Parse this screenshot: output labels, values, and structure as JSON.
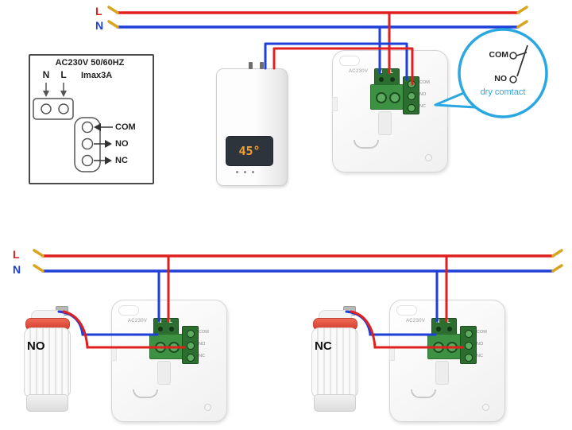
{
  "colors": {
    "live_wire": "#e01f1f",
    "neutral_wire": "#1e3fd8",
    "wire_tip": "#d9a520",
    "terminal_green": "#2b6e2f",
    "callout_blue": "#2aa7e0",
    "display_amber": "#f0a030"
  },
  "top_section": {
    "live_label": "L",
    "neutral_label": "N",
    "spec_box": {
      "title": "AC230V 50/60HZ",
      "neutral": "N",
      "live": "L",
      "imax": "Imax3A",
      "com": "COM",
      "no": "NO",
      "nc": "NC"
    },
    "boiler": {
      "display_temp": "45°"
    },
    "callout": {
      "com": "COM",
      "no": "NO",
      "caption": "dry comtact"
    }
  },
  "thermostat_labels": {
    "voltage": "AC230V",
    "neutral": "N",
    "live": "L",
    "com": "COM",
    "no": "NO",
    "nc": "NC"
  },
  "bottom_section": {
    "live_label": "L",
    "neutral_label": "N",
    "left_actuator_label": "NO",
    "right_actuator_label": "NC"
  }
}
